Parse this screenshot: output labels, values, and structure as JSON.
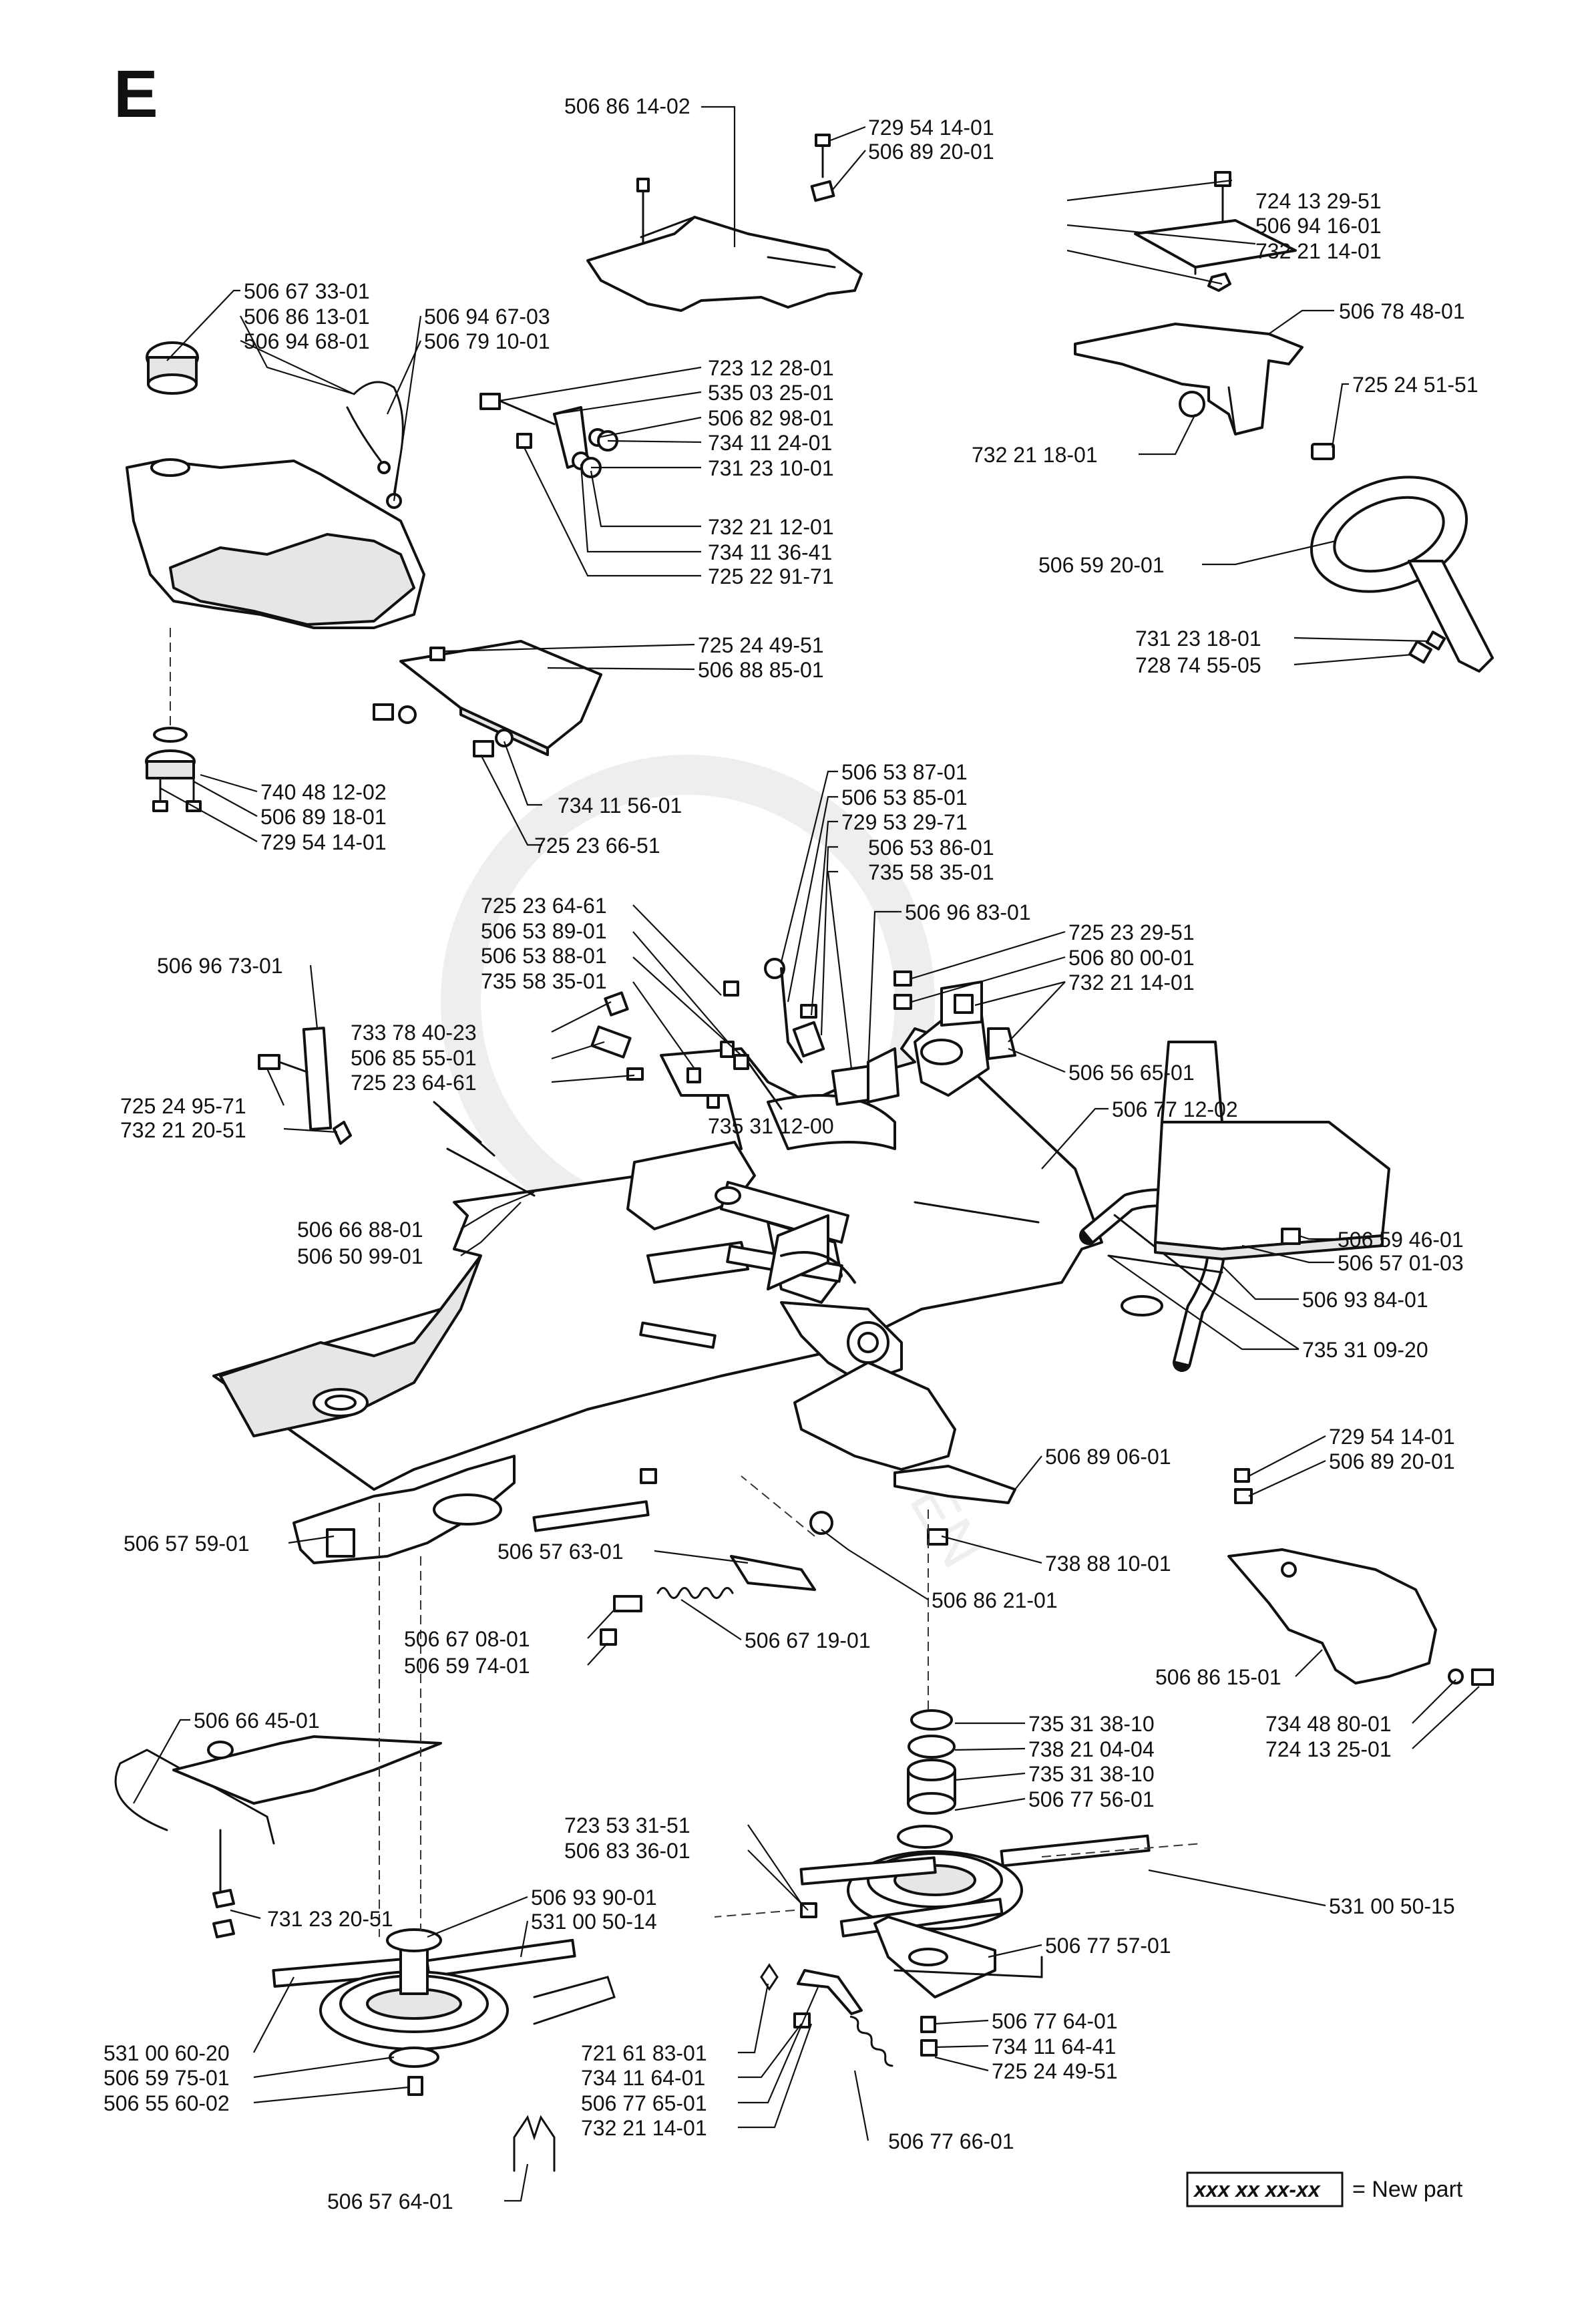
{
  "section": {
    "letter": "E"
  },
  "legend": {
    "sample": "xxx xx xx-xx",
    "text": "= New part"
  },
  "watermark": "GARDEN",
  "parts": [
    {
      "id": "p1",
      "number": "506 86 14-02"
    },
    {
      "id": "p2",
      "number": "729 54 14-01"
    },
    {
      "id": "p3",
      "number": "506 89 20-01"
    },
    {
      "id": "p4",
      "number": "724 13 29-51"
    },
    {
      "id": "p5",
      "number": "506 94 16-01"
    },
    {
      "id": "p6",
      "number": "732 21 14-01"
    },
    {
      "id": "p7",
      "number": "506 78 48-01"
    },
    {
      "id": "p8",
      "number": "725 24 51-51"
    },
    {
      "id": "p9",
      "number": "732 21 18-01"
    },
    {
      "id": "p10",
      "number": "506 59 20-01"
    },
    {
      "id": "p11",
      "number": "731 23 18-01"
    },
    {
      "id": "p12",
      "number": "728 74 55-05"
    },
    {
      "id": "p13",
      "number": "506 67 33-01"
    },
    {
      "id": "p14",
      "number": "506 86 13-01"
    },
    {
      "id": "p15",
      "number": "506 94 68-01"
    },
    {
      "id": "p16",
      "number": "506 94 67-03"
    },
    {
      "id": "p17",
      "number": "506 79 10-01"
    },
    {
      "id": "p18",
      "number": "723 12 28-01"
    },
    {
      "id": "p19",
      "number": "535 03 25-01"
    },
    {
      "id": "p20",
      "number": "506 82 98-01"
    },
    {
      "id": "p21",
      "number": "734 11 24-01"
    },
    {
      "id": "p22",
      "number": "731 23 10-01"
    },
    {
      "id": "p23",
      "number": "732 21 12-01"
    },
    {
      "id": "p24",
      "number": "734 11 36-41"
    },
    {
      "id": "p25",
      "number": "725 22 91-71"
    },
    {
      "id": "p26",
      "number": "725 24 49-51"
    },
    {
      "id": "p27",
      "number": "506 88 85-01"
    },
    {
      "id": "p28",
      "number": "740 48 12-02"
    },
    {
      "id": "p29",
      "number": "506 89 18-01"
    },
    {
      "id": "p30",
      "number": "729 54 14-01"
    },
    {
      "id": "p31",
      "number": "734 11 56-01"
    },
    {
      "id": "p32",
      "number": "725 23 66-51"
    },
    {
      "id": "p33",
      "number": "506 53 87-01"
    },
    {
      "id": "p34",
      "number": "506 53 85-01"
    },
    {
      "id": "p35",
      "number": "729 53 29-71"
    },
    {
      "id": "p36",
      "number": "506 53 86-01"
    },
    {
      "id": "p37",
      "number": "735 58 35-01"
    },
    {
      "id": "p38",
      "number": "506 96 83-01"
    },
    {
      "id": "p39",
      "number": "725 23 64-61"
    },
    {
      "id": "p40",
      "number": "506 53 89-01"
    },
    {
      "id": "p41",
      "number": "506 53 88-01"
    },
    {
      "id": "p42",
      "number": "735 58 35-01"
    },
    {
      "id": "p43",
      "number": "725 23 29-51"
    },
    {
      "id": "p44",
      "number": "506 80 00-01"
    },
    {
      "id": "p45",
      "number": "732 21 14-01"
    },
    {
      "id": "p46",
      "number": "506 96 73-01"
    },
    {
      "id": "p47",
      "number": "733 78 40-23"
    },
    {
      "id": "p48",
      "number": "506 85 55-01"
    },
    {
      "id": "p49",
      "number": "725 23 64-61"
    },
    {
      "id": "p50",
      "number": "506 56 65-01"
    },
    {
      "id": "p51",
      "number": "506 77 12-02"
    },
    {
      "id": "p52",
      "number": "725 24 95-71"
    },
    {
      "id": "p53",
      "number": "732 21 20-51"
    },
    {
      "id": "p54",
      "number": "735 31 12-00"
    },
    {
      "id": "p55",
      "number": "506 66 88-01"
    },
    {
      "id": "p56",
      "number": "506 50 99-01"
    },
    {
      "id": "p57",
      "number": "506 59 46-01"
    },
    {
      "id": "p58",
      "number": "506 57 01-03"
    },
    {
      "id": "p59",
      "number": "506 93 84-01"
    },
    {
      "id": "p60",
      "number": "735 31 09-20"
    },
    {
      "id": "p61",
      "number": "729 54 14-01"
    },
    {
      "id": "p62",
      "number": "506 89 20-01"
    },
    {
      "id": "p63",
      "number": "506 89 06-01"
    },
    {
      "id": "p64",
      "number": "506 57 59-01"
    },
    {
      "id": "p65",
      "number": "506 57 63-01"
    },
    {
      "id": "p66",
      "number": "738 88 10-01"
    },
    {
      "id": "p67",
      "number": "506 86 21-01"
    },
    {
      "id": "p68",
      "number": "506 67 08-01"
    },
    {
      "id": "p69",
      "number": "506 59 74-01"
    },
    {
      "id": "p70",
      "number": "506 67 19-01"
    },
    {
      "id": "p71",
      "number": "506 86 15-01"
    },
    {
      "id": "p72",
      "number": "734 48 80-01"
    },
    {
      "id": "p73",
      "number": "724 13 25-01"
    },
    {
      "id": "p74",
      "number": "506 66 45-01"
    },
    {
      "id": "p75",
      "number": "735 31 38-10"
    },
    {
      "id": "p76",
      "number": "738 21 04-04"
    },
    {
      "id": "p77",
      "number": "735 31 38-10"
    },
    {
      "id": "p78",
      "number": "506 77 56-01"
    },
    {
      "id": "p79",
      "number": "723 53 31-51"
    },
    {
      "id": "p80",
      "number": "506 83 36-01"
    },
    {
      "id": "p81",
      "number": "731 23 20-51"
    },
    {
      "id": "p82",
      "number": "506 93 90-01"
    },
    {
      "id": "p83",
      "number": "531 00 50-14"
    },
    {
      "id": "p84",
      "number": "531 00 50-15"
    },
    {
      "id": "p85",
      "number": "506 77 57-01"
    },
    {
      "id": "p86",
      "number": "531 00 60-20"
    },
    {
      "id": "p87",
      "number": "506 59 75-01"
    },
    {
      "id": "p88",
      "number": "506 55 60-02"
    },
    {
      "id": "p89",
      "number": "721 61 83-01"
    },
    {
      "id": "p90",
      "number": "734 11 64-01"
    },
    {
      "id": "p91",
      "number": "506 77 65-01"
    },
    {
      "id": "p92",
      "number": "732 21 14-01"
    },
    {
      "id": "p93",
      "number": "506 77 64-01"
    },
    {
      "id": "p94",
      "number": "734 11 64-41"
    },
    {
      "id": "p95",
      "number": "725 24 49-51"
    },
    {
      "id": "p96",
      "number": "506 77 66-01"
    },
    {
      "id": "p97",
      "number": "506 57 64-01"
    }
  ]
}
